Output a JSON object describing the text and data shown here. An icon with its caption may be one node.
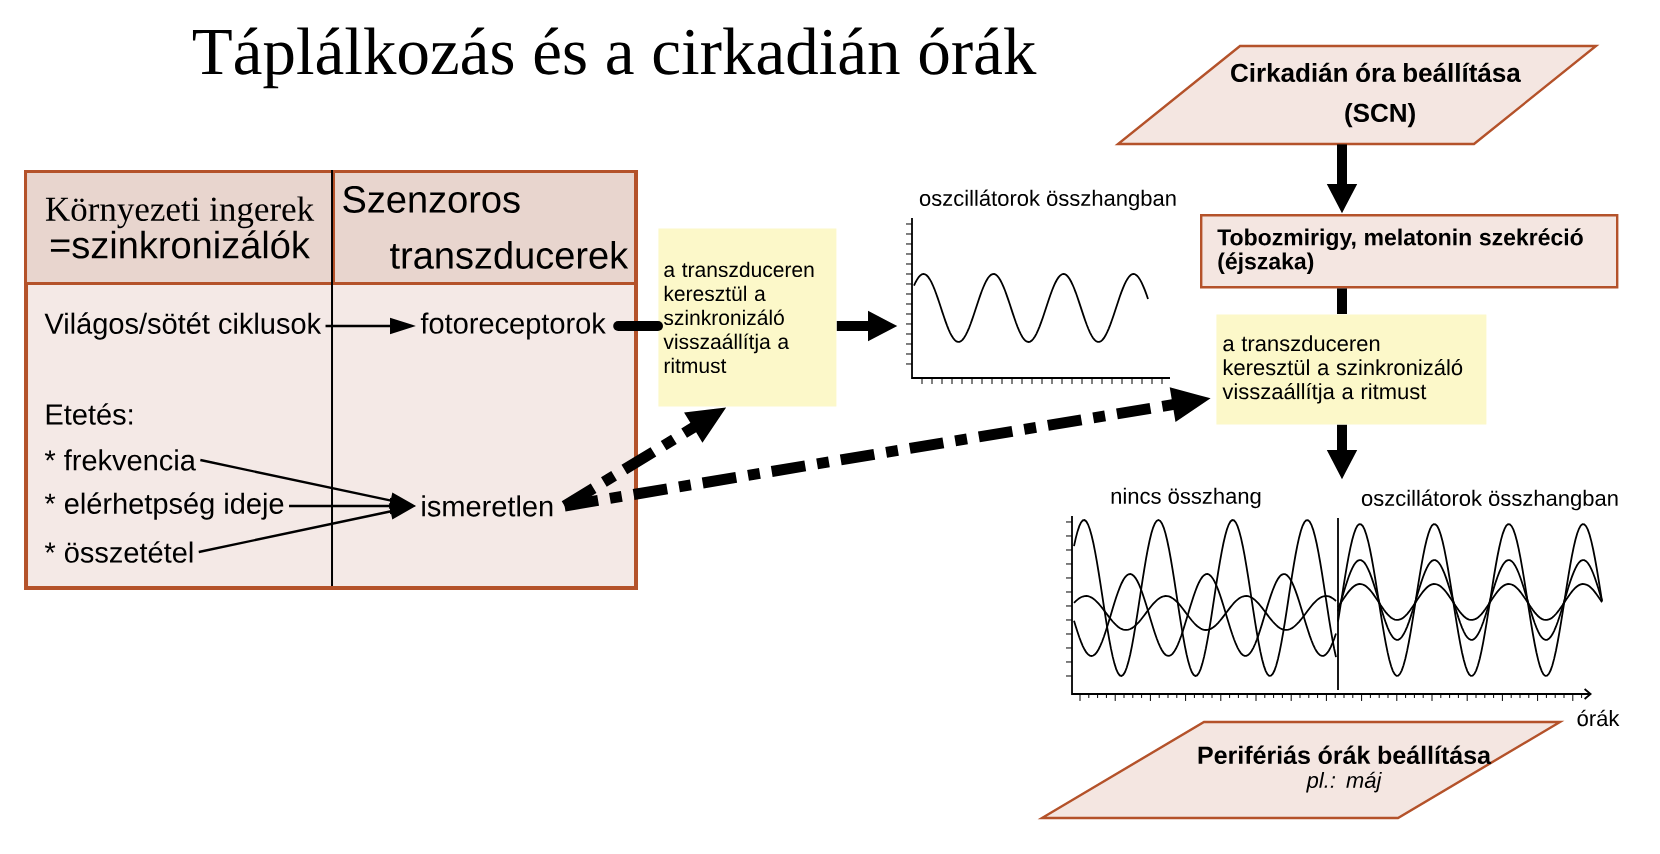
{
  "diagram": {
    "title": "Táplálkozás és a cirkadián órák",
    "nodes": [
      {
        "text": [],
        "shape": "box"
      },
      {
        "text": [
          "Környezeti ingerek",
          "=szinkronizálók"
        ],
        "in": 0
      },
      {
        "text": [
          "Szenzoros transzducerek"
        ],
        "in": 0
      },
      {
        "text": [
          "Világos/sötét ciklusok"
        ],
        "in": 0
      },
      {
        "text": [
          "fotoreceptorok"
        ],
        "in": 0
      },
      {
        "text": [
          "* frekvencia"
        ],
        "in": 0
      },
      {
        "text": [
          "* elérhetpség ideje"
        ],
        "in": 0
      },
      {
        "text": [
          "* összetétel"
        ],
        "in": 0
      },
      {
        "text": [
          "ismeretlen"
        ],
        "in": 0
      },
      {
        "text": [
          "a transzduceren keresztül a szinkronizáló visszaállítja a ritmust"
        ]
      },
      {
        "text": [
          "oszcillátorok összhangban"
        ]
      },
      {
        "text": [
          "Cirkadián óra beállítása (SCN)"
        ]
      },
      {
        "text": [
          "Tobozmirigy, melatonin szekréció (éjszaka)"
        ]
      },
      {
        "text": [
          "a transzduceren keresztül a szinkronizáló visszaállítja a ritmust"
        ]
      },
      {
        "text": [
          "nincs összhang",
          "oszcillátorok összhangban"
        ],
        "beside": [
          "órák"
        ]
      },
      {
        "text": [
          "Perifériás órák beállítása",
          "pl.: máj"
        ]
      }
    ],
    "edges": [
      {
        "from": 3,
        "to": 4,
        "arrow": "to"
      },
      {
        "from": 5,
        "to": 8,
        "arrow": "to"
      },
      {
        "from": 6,
        "to": 8,
        "arrow": "to"
      },
      {
        "from": 7,
        "to": 8,
        "arrow": "to"
      },
      {
        "from": 4,
        "to": 9,
        "arrow": "none"
      },
      {
        "from": 9,
        "to": 10,
        "arrow": "to"
      },
      {
        "from": 8,
        "to": 9,
        "arrow": "to",
        "style": "dashed"
      },
      {
        "from": 8,
        "to": 13,
        "arrow": "to",
        "style": "dashed"
      },
      {
        "from": 11,
        "to": 12,
        "arrow": "to"
      },
      {
        "from": 12,
        "to": 13,
        "arrow": "none"
      },
      {
        "from": 13,
        "to": 14,
        "arrow": "to"
      }
    ],
    "labels": [
      "Etetés:"
    ]
  }
}
